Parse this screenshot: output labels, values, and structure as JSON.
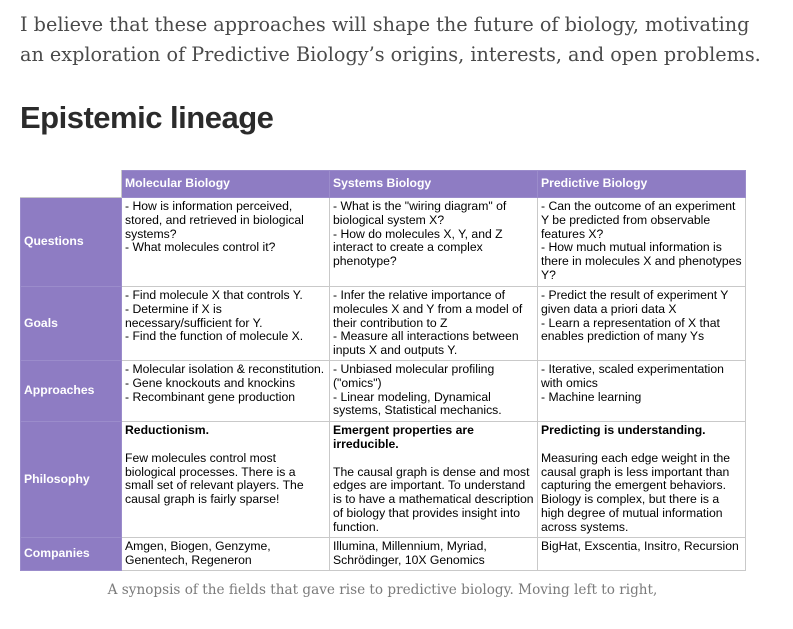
{
  "intro": "I believe that these approaches will shape the future of biology, motivating an exploration of Predictive Biology’s origins, interests, and open problems.",
  "heading": "Epistemic lineage",
  "table": {
    "columns": [
      "Molecular Biology",
      "Systems Biology",
      "Predictive Biology"
    ],
    "rows": [
      {
        "label": "Questions",
        "cells": [
          {
            "text": "- How is information perceived, stored, and retrieved in biological systems?\n- What molecules control it?"
          },
          {
            "text": "- What is the \"wiring diagram\" of biological system X?\n- How do molecules X, Y, and Z interact to create a complex phenotype?"
          },
          {
            "text": "- Can the outcome of an experiment Y be predicted from observable features X?\n- How much mutual information is there in molecules X and phenotypes Y?"
          }
        ]
      },
      {
        "label": "Goals",
        "cells": [
          {
            "text": "- Find molecule X that controls Y.\n- Determine if X is necessary/sufficient for Y.\n- Find the function of molecule X."
          },
          {
            "text": "- Infer the relative importance of molecules X and Y from a model of their contribution to Z\n- Measure all interactions between inputs X and outputs Y."
          },
          {
            "text": "- Predict the result of experiment Y given data a priori data X\n- Learn a representation of X that enables prediction of many Ys"
          }
        ]
      },
      {
        "label": "Approaches",
        "cells": [
          {
            "text": "- Molecular isolation & reconstitution.\n- Gene knockouts and knockins\n- Recombinant gene production"
          },
          {
            "text": "- Unbiased molecular profiling (\"omics\")\n- Linear modeling, Dynamical systems, Statistical mechanics."
          },
          {
            "text": "- Iterative, scaled experimentation with omics\n- Machine learning"
          }
        ]
      },
      {
        "label": "Philosophy",
        "cells": [
          {
            "bold": "Reductionism.",
            "text": "Few molecules control most biological processes. There is a small set of relevant players. The causal graph is fairly sparse!"
          },
          {
            "bold": "Emergent properties are irreducible.",
            "text": "The causal graph is dense and most edges are important. To understand is to have a mathematical description of biology that provides insight into function."
          },
          {
            "bold": "Predicting is understanding.",
            "text": "Measuring each edge weight in the causal graph is less important than capturing the emergent behaviors. Biology is complex, but there is a high degree of mutual information across systems."
          }
        ]
      },
      {
        "label": "Companies",
        "cells": [
          {
            "text": "Amgen, Biogen, Genzyme, Genentech, Regeneron"
          },
          {
            "text": "Illumina, Millennium, Myriad, Schrödinger, 10X Genomics"
          },
          {
            "text": "BigHat, Exscentia, Insitro, Recursion"
          }
        ]
      }
    ]
  },
  "caption": "A synopsis of the fields that gave rise to predictive biology. Moving left to right,",
  "colors": {
    "header_fill": "#8e7cc3",
    "header_text": "#ffffff",
    "grid": "#c9c9c9"
  }
}
